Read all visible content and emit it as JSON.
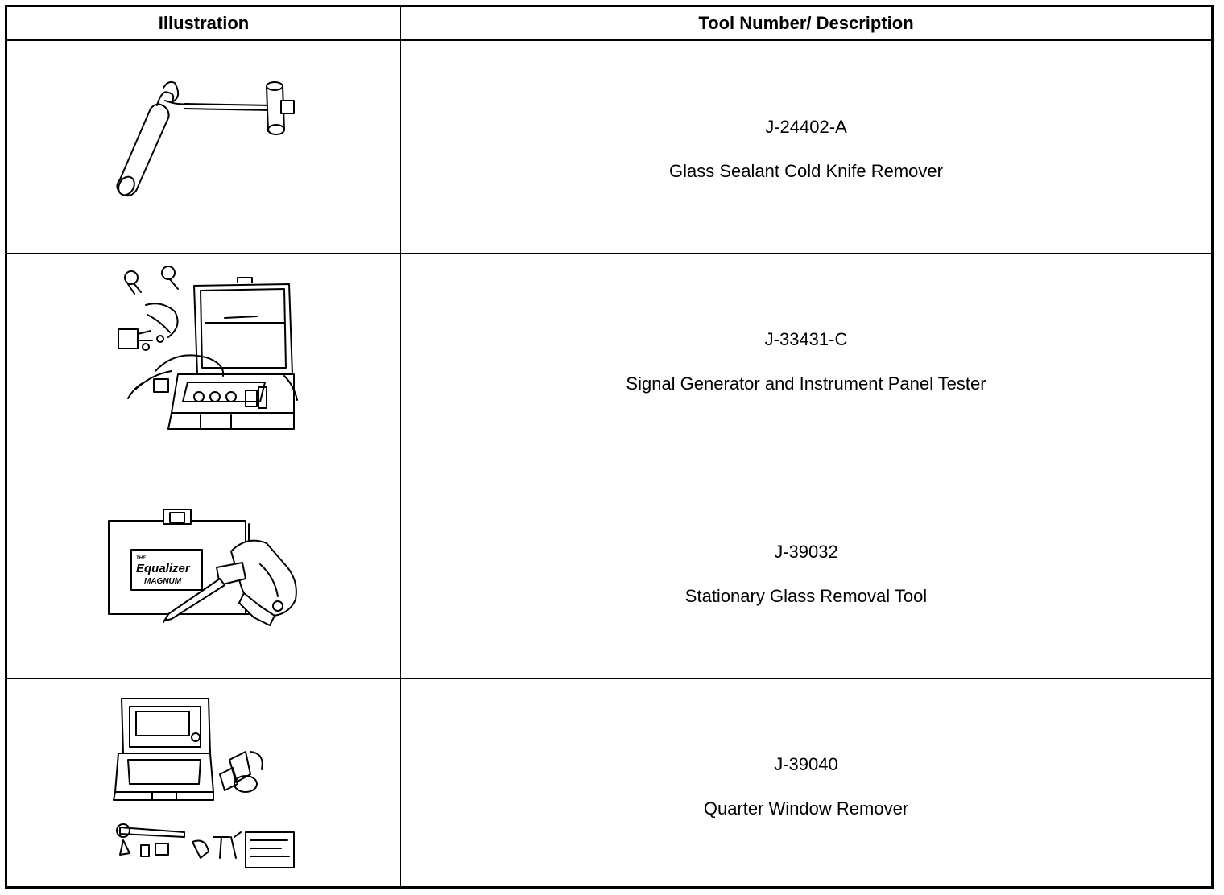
{
  "table": {
    "headers": {
      "illustration": "Illustration",
      "tool": "Tool Number/ Description"
    },
    "rows": [
      {
        "tool_number": "J-24402-A",
        "description": "Glass Sealant Cold Knife Remover",
        "illustration_icon": "cold-knife-illustration"
      },
      {
        "tool_number": "J-33431-C",
        "description": "Signal Generator and Instrument Panel Tester",
        "illustration_icon": "signal-generator-illustration"
      },
      {
        "tool_number": "J-39032",
        "description": "Stationary Glass Removal Tool",
        "illustration_icon": "glass-removal-tool-illustration"
      },
      {
        "tool_number": "J-39040",
        "description": "Quarter Window Remover",
        "illustration_icon": "quarter-window-remover-illustration"
      }
    ]
  },
  "logo_text": {
    "the": "THE",
    "equalizer": "Equalizer",
    "magnum": "MAGNUM"
  }
}
